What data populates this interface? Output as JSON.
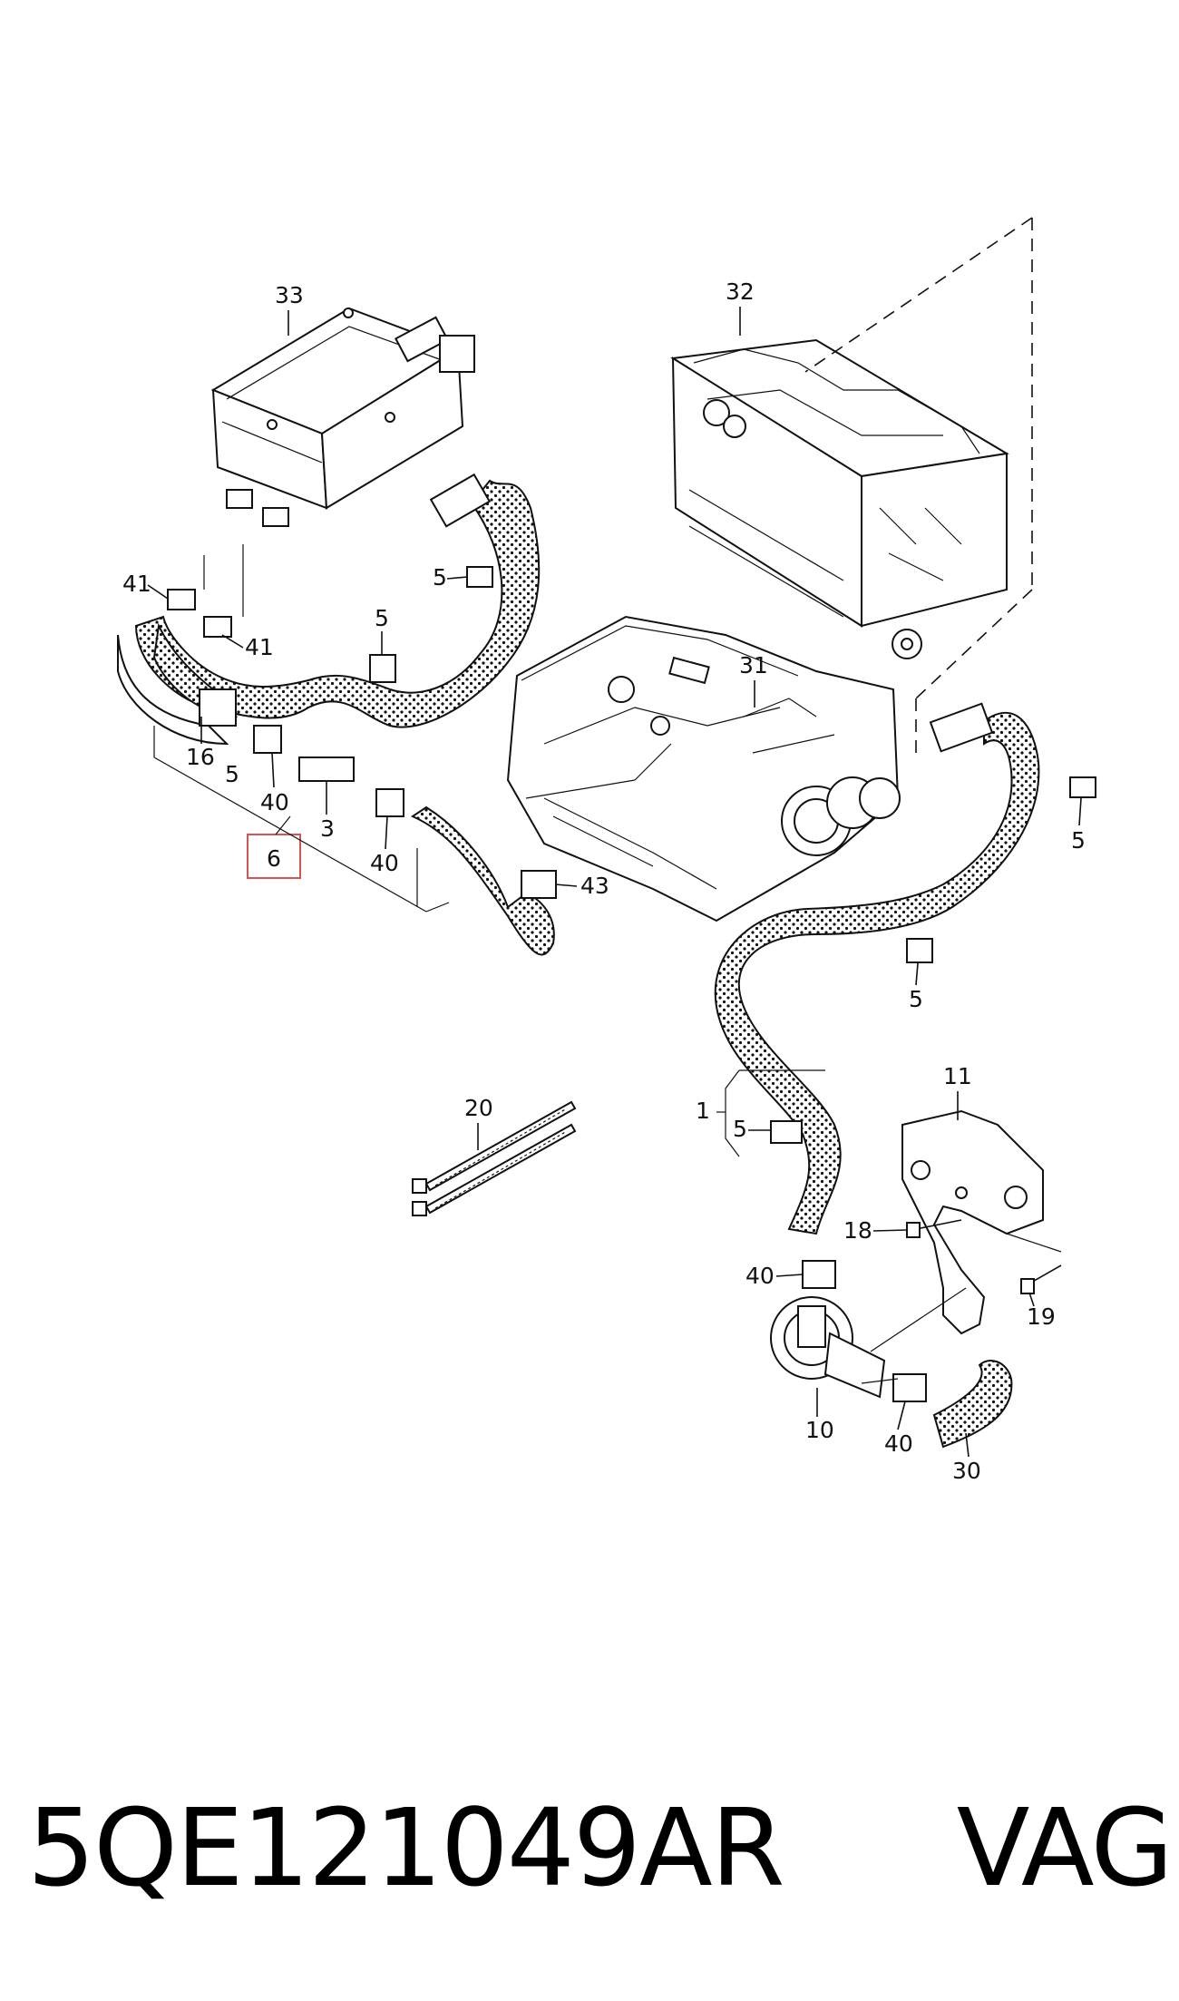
{
  "diagram": {
    "callouts": {
      "c33": "33",
      "c32": "32",
      "c31": "31",
      "c41a": "41",
      "c41b": "41",
      "c5a": "5",
      "c5b": "5",
      "c5c": "5",
      "c5d": "5",
      "c5e": "5",
      "c5f": "5",
      "c16": "16",
      "c40a": "40",
      "c40b": "40",
      "c40c": "40",
      "c40d": "40",
      "c3": "3",
      "c6": "6",
      "c43": "43",
      "c20": "20",
      "c1": "1",
      "c11": "11",
      "c18": "18",
      "c19": "19",
      "c10": "10",
      "c30": "30"
    },
    "highlighted_callout_color": "#d9534f"
  },
  "caption": {
    "part_number": "5QE121049AR",
    "brand": "VAG"
  }
}
